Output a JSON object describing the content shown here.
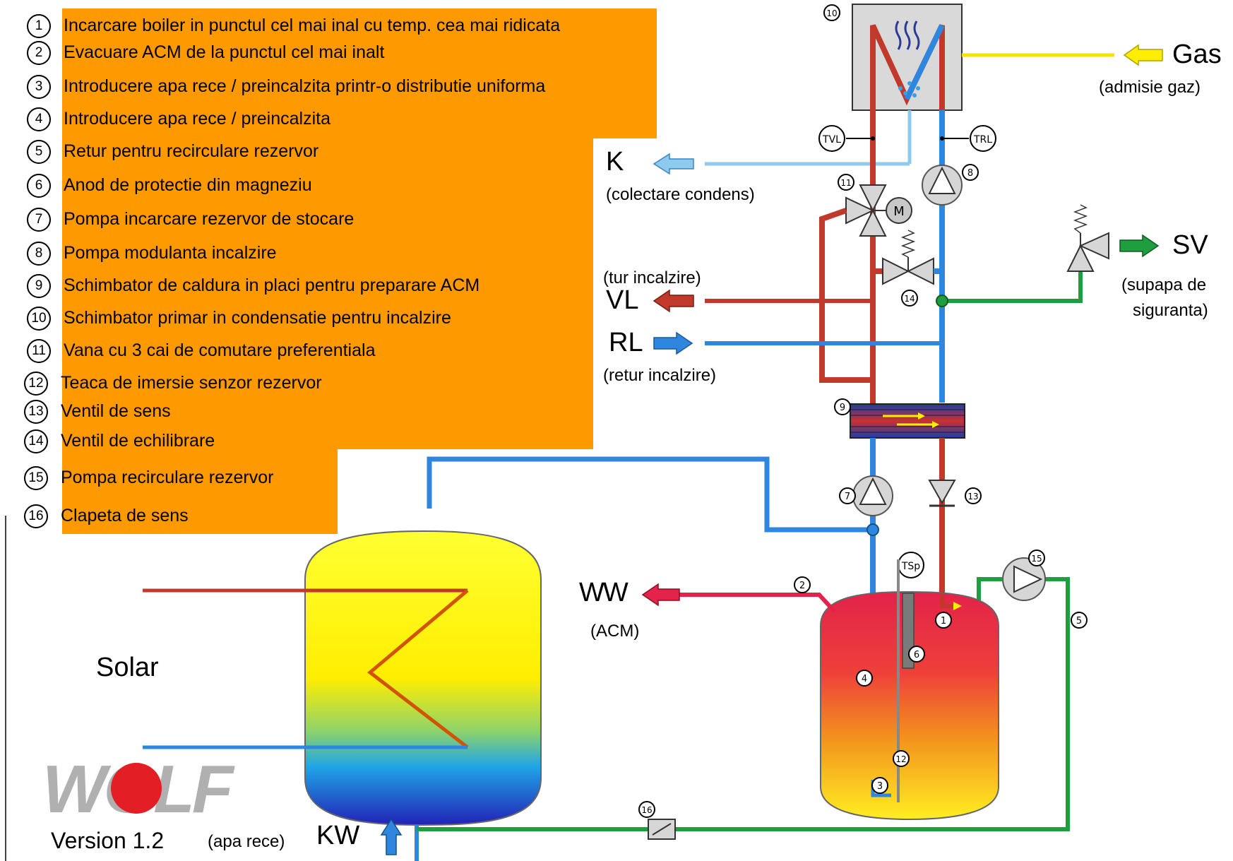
{
  "legend": [
    {
      "num": "1",
      "text": "Incarcare boiler in punctul cel mai inal cu temp. cea mai ridicata"
    },
    {
      "num": "2",
      "text": "Evacuare ACM de la punctul cel mai inalt"
    },
    {
      "num": "3",
      "text": "Introducere apa rece / preincalzita printr-o distributie uniforma"
    },
    {
      "num": "4",
      "text": "Introducere apa rece / preincalzita"
    },
    {
      "num": "5",
      "text": "Retur pentru recirculare rezervor"
    },
    {
      "num": "6",
      "text": "Anod de protectie din magneziu"
    },
    {
      "num": "7",
      "text": "Pompa incarcare rezervor de stocare"
    },
    {
      "num": "8",
      "text": "Pompa modulanta incalzire"
    },
    {
      "num": "9",
      "text": "Schimbator de caldura in placi pentru preparare ACM"
    },
    {
      "num": "10",
      "text": "Schimbator primar in condensatie pentru incalzire"
    },
    {
      "num": "11",
      "text": "Vana cu 3 cai de comutare preferentiala"
    },
    {
      "num": "12",
      "text": "Teaca de imersie senzor rezervor"
    },
    {
      "num": "13",
      "text": "Ventil de sens"
    },
    {
      "num": "14",
      "text": "Ventil de echilibrare"
    },
    {
      "num": "15",
      "text": "Pompa recirculare rezervor"
    },
    {
      "num": "16",
      "text": "Clapeta de sens"
    }
  ],
  "labels": {
    "gas": "Gas",
    "gas_note": "(admisie gaz)",
    "k": "K",
    "k_note": "(colectare condens)",
    "sv": "SV",
    "sv_note_1": "(supapa de",
    "sv_note_2": "siguranta)",
    "vl_note": "(tur incalzire)",
    "vl": "VL",
    "rl": "RL",
    "rl_note": "(retur incalzire)",
    "wwv": "WW",
    "wwv_note": "(ACM)",
    "kw": "KW",
    "kw_note": "(apa rece)",
    "solar": "Solar",
    "version": "Version 1.2",
    "logo": "WOLF",
    "sensor_tvl": "TVL",
    "sensor_trl": "TRL",
    "sensor_tsp": "TSp",
    "motor": "M"
  },
  "colors": {
    "legend_bg": "#ff9900",
    "hot_pipe": "#c0392b",
    "cold_pipe": "#2e86de",
    "green_pipe": "#1e9e3e",
    "gas_pipe": "#f5e400",
    "condensate": "#8ec9ee",
    "boiler_box": "#d9d9d9"
  }
}
